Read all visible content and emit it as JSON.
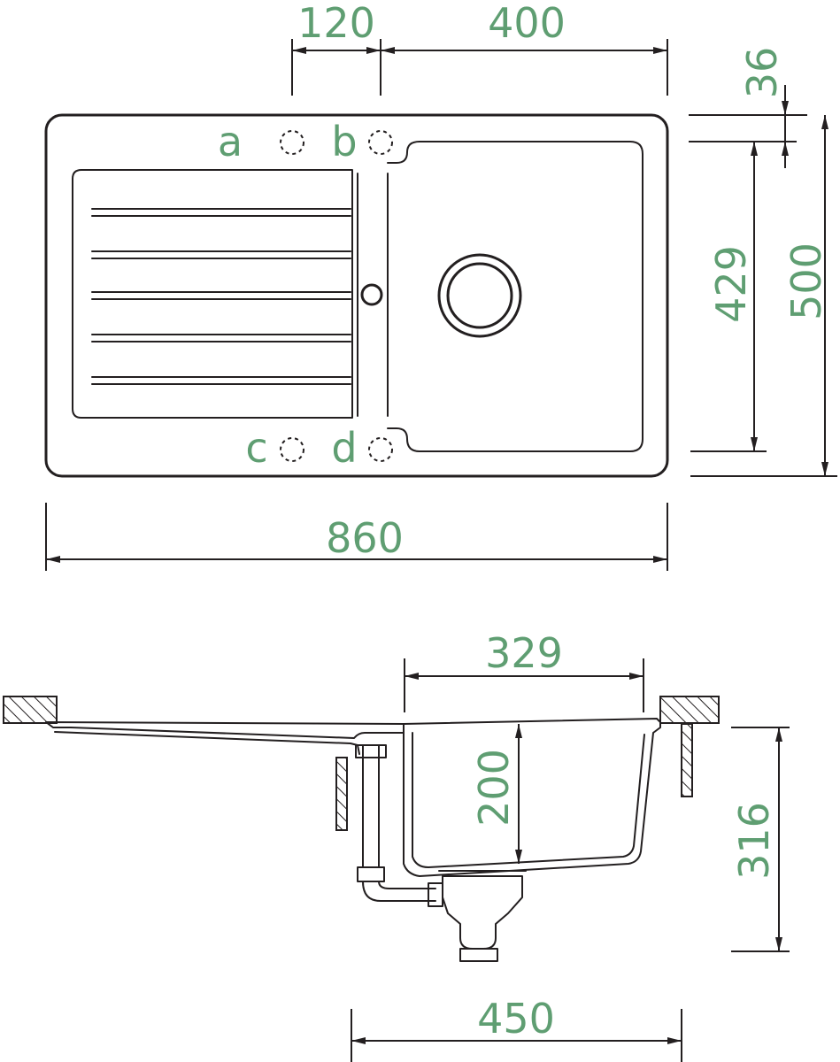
{
  "top_view": {
    "dim_120": "120",
    "dim_400": "400",
    "dim_36": "36",
    "dim_429": "429",
    "dim_500": "500",
    "dim_860": "860",
    "tap_holes": [
      "a",
      "b",
      "c",
      "d"
    ]
  },
  "side_view": {
    "dim_329": "329",
    "dim_200": "200",
    "dim_316": "316",
    "dim_450": "450"
  },
  "colors": {
    "line": "#231f20",
    "dimension_text": "#5f9e72",
    "background": "#ffffff"
  }
}
